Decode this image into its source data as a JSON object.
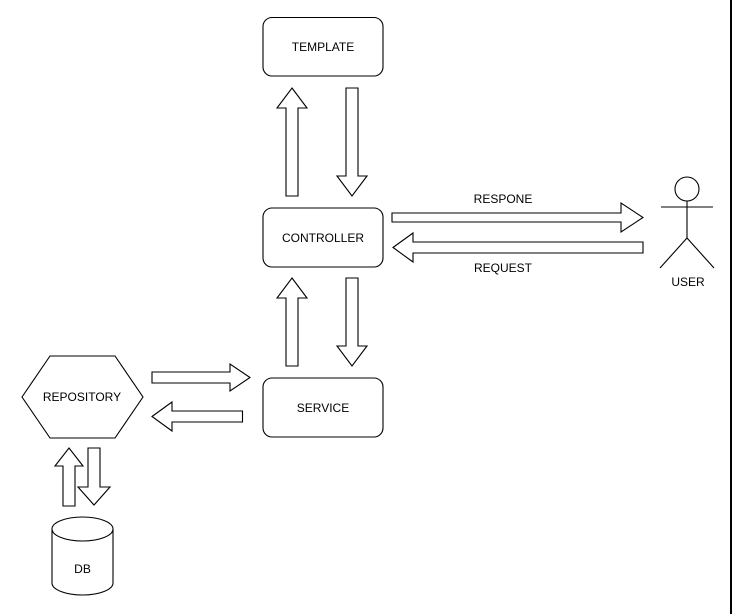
{
  "canvas": {
    "background": "#ffffff",
    "stroke_color": "#000000"
  },
  "nodes": {
    "template": {
      "label": "TEMPLATE",
      "shape": "rounded-rect"
    },
    "controller": {
      "label": "CONTROLLER",
      "shape": "rounded-rect"
    },
    "service": {
      "label": "SERVICE",
      "shape": "rounded-rect"
    },
    "repository": {
      "label": "REPOSITORY",
      "shape": "hexagon"
    },
    "db": {
      "label": "DB",
      "shape": "cylinder"
    },
    "user": {
      "label": "USER",
      "shape": "stick-figure"
    }
  },
  "edge_labels": {
    "response": "RESPONE",
    "request": "REQUEST"
  }
}
